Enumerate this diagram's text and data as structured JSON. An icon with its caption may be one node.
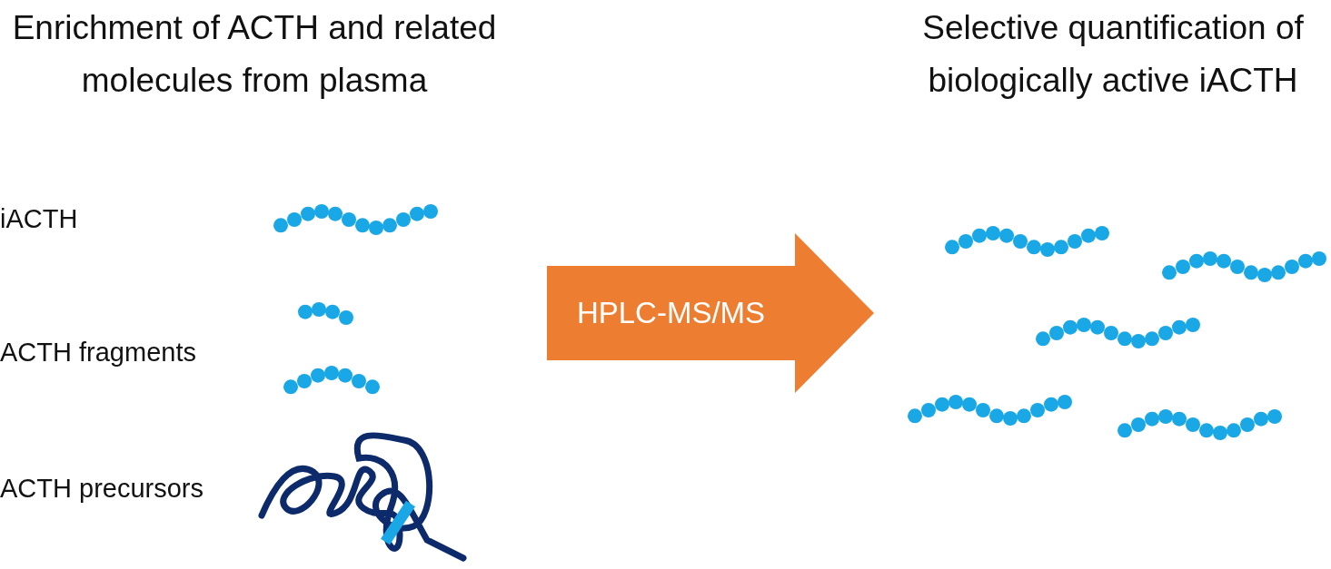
{
  "diagram": {
    "nodes": [
      {
        "text": [
          "HPLC-MS/MS"
        ]
      }
    ],
    "labels": [
      "Enrichment of ACTH and related molecules from plasma",
      "Selective quantification of biologically active iACTH",
      "iACTH",
      "ACTH fragments",
      "ACTH precursors"
    ]
  }
}
